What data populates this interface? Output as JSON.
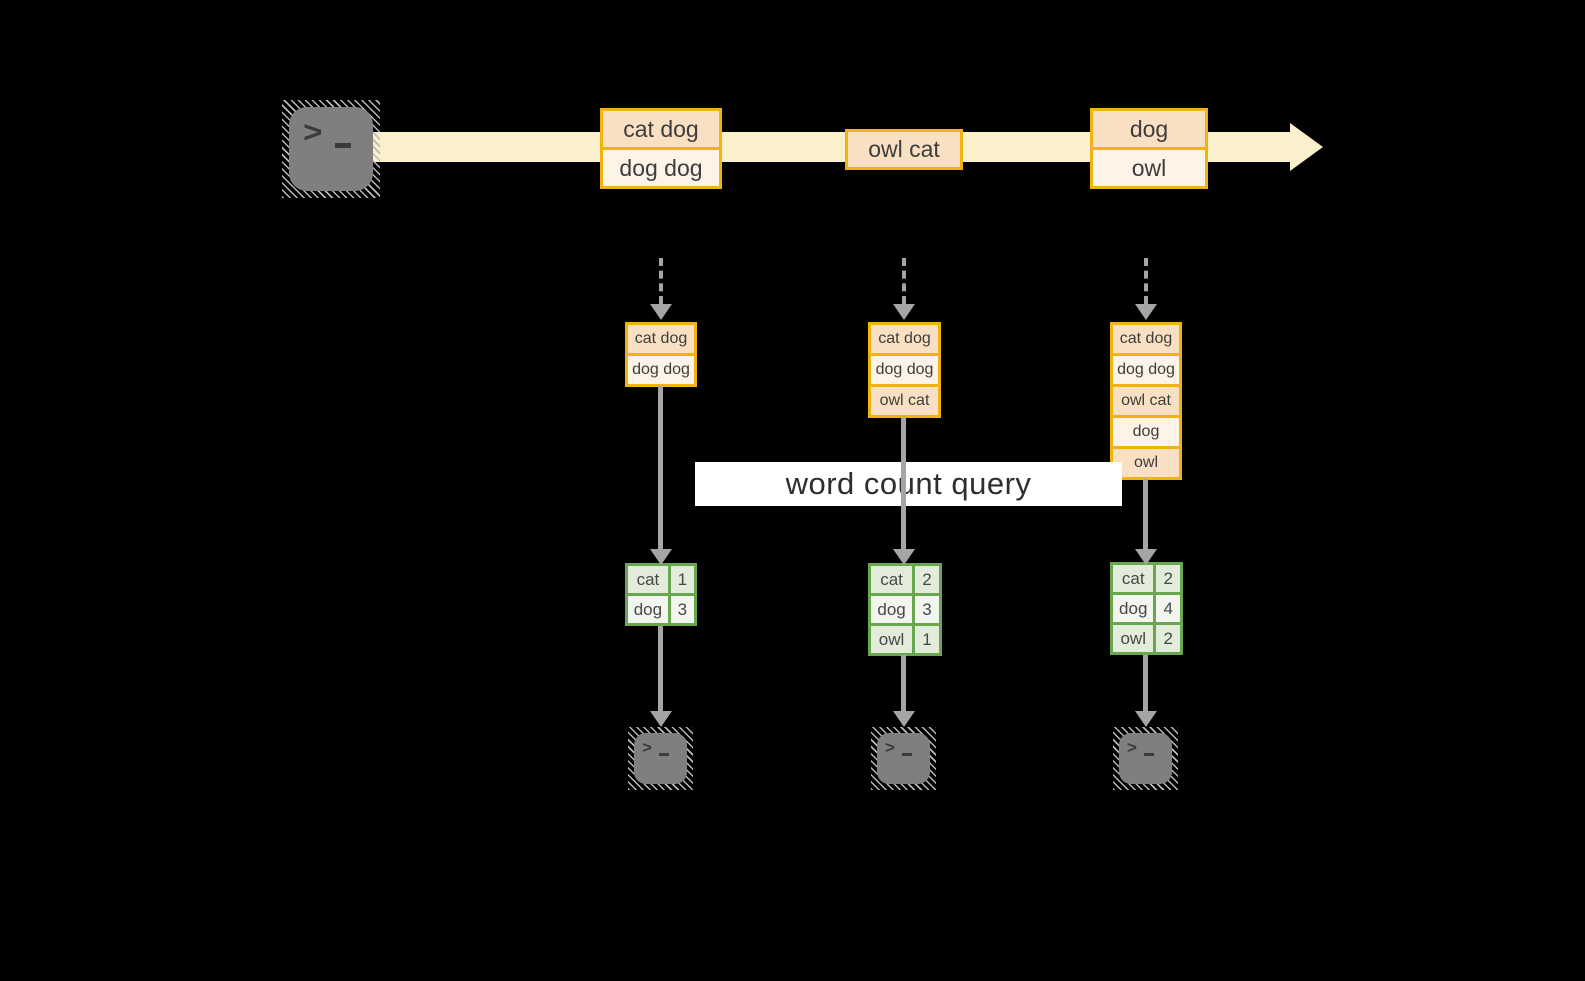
{
  "colors": {
    "background": "#000000",
    "stream-band": "#faf0cb",
    "box-border": "#f0b410",
    "cell-dark": "#f9e0c2",
    "cell-light": "#fdf3e6",
    "table-border": "#68a74d",
    "table-row-dark": "#e3ecda",
    "table-row-light": "#f2f6ee",
    "arrow-gray": "#a5a5a5",
    "terminal-gray": "#7f7f7f",
    "text-dark": "#3d3d3d",
    "query-bg": "#ffffff",
    "query-text": "#2e2e2e"
  },
  "icons": {
    "prompt": ">"
  },
  "stream": {
    "batches": [
      {
        "lines": [
          "cat dog",
          "dog dog"
        ]
      },
      {
        "lines": [
          "owl cat"
        ]
      },
      {
        "lines": [
          "dog",
          "owl"
        ]
      }
    ]
  },
  "query": {
    "label": "word count query"
  },
  "columns": [
    {
      "state": [
        "cat dog",
        "dog dog"
      ],
      "counts": [
        {
          "word": "cat",
          "count": "1"
        },
        {
          "word": "dog",
          "count": "3"
        }
      ]
    },
    {
      "state": [
        "cat dog",
        "dog dog",
        "owl cat"
      ],
      "counts": [
        {
          "word": "cat",
          "count": "2"
        },
        {
          "word": "dog",
          "count": "3"
        },
        {
          "word": "owl",
          "count": "1"
        }
      ]
    },
    {
      "state": [
        "cat dog",
        "dog dog",
        "owl cat",
        "dog",
        "owl"
      ],
      "counts": [
        {
          "word": "cat",
          "count": "2"
        },
        {
          "word": "dog",
          "count": "4"
        },
        {
          "word": "owl",
          "count": "2"
        }
      ]
    }
  ]
}
